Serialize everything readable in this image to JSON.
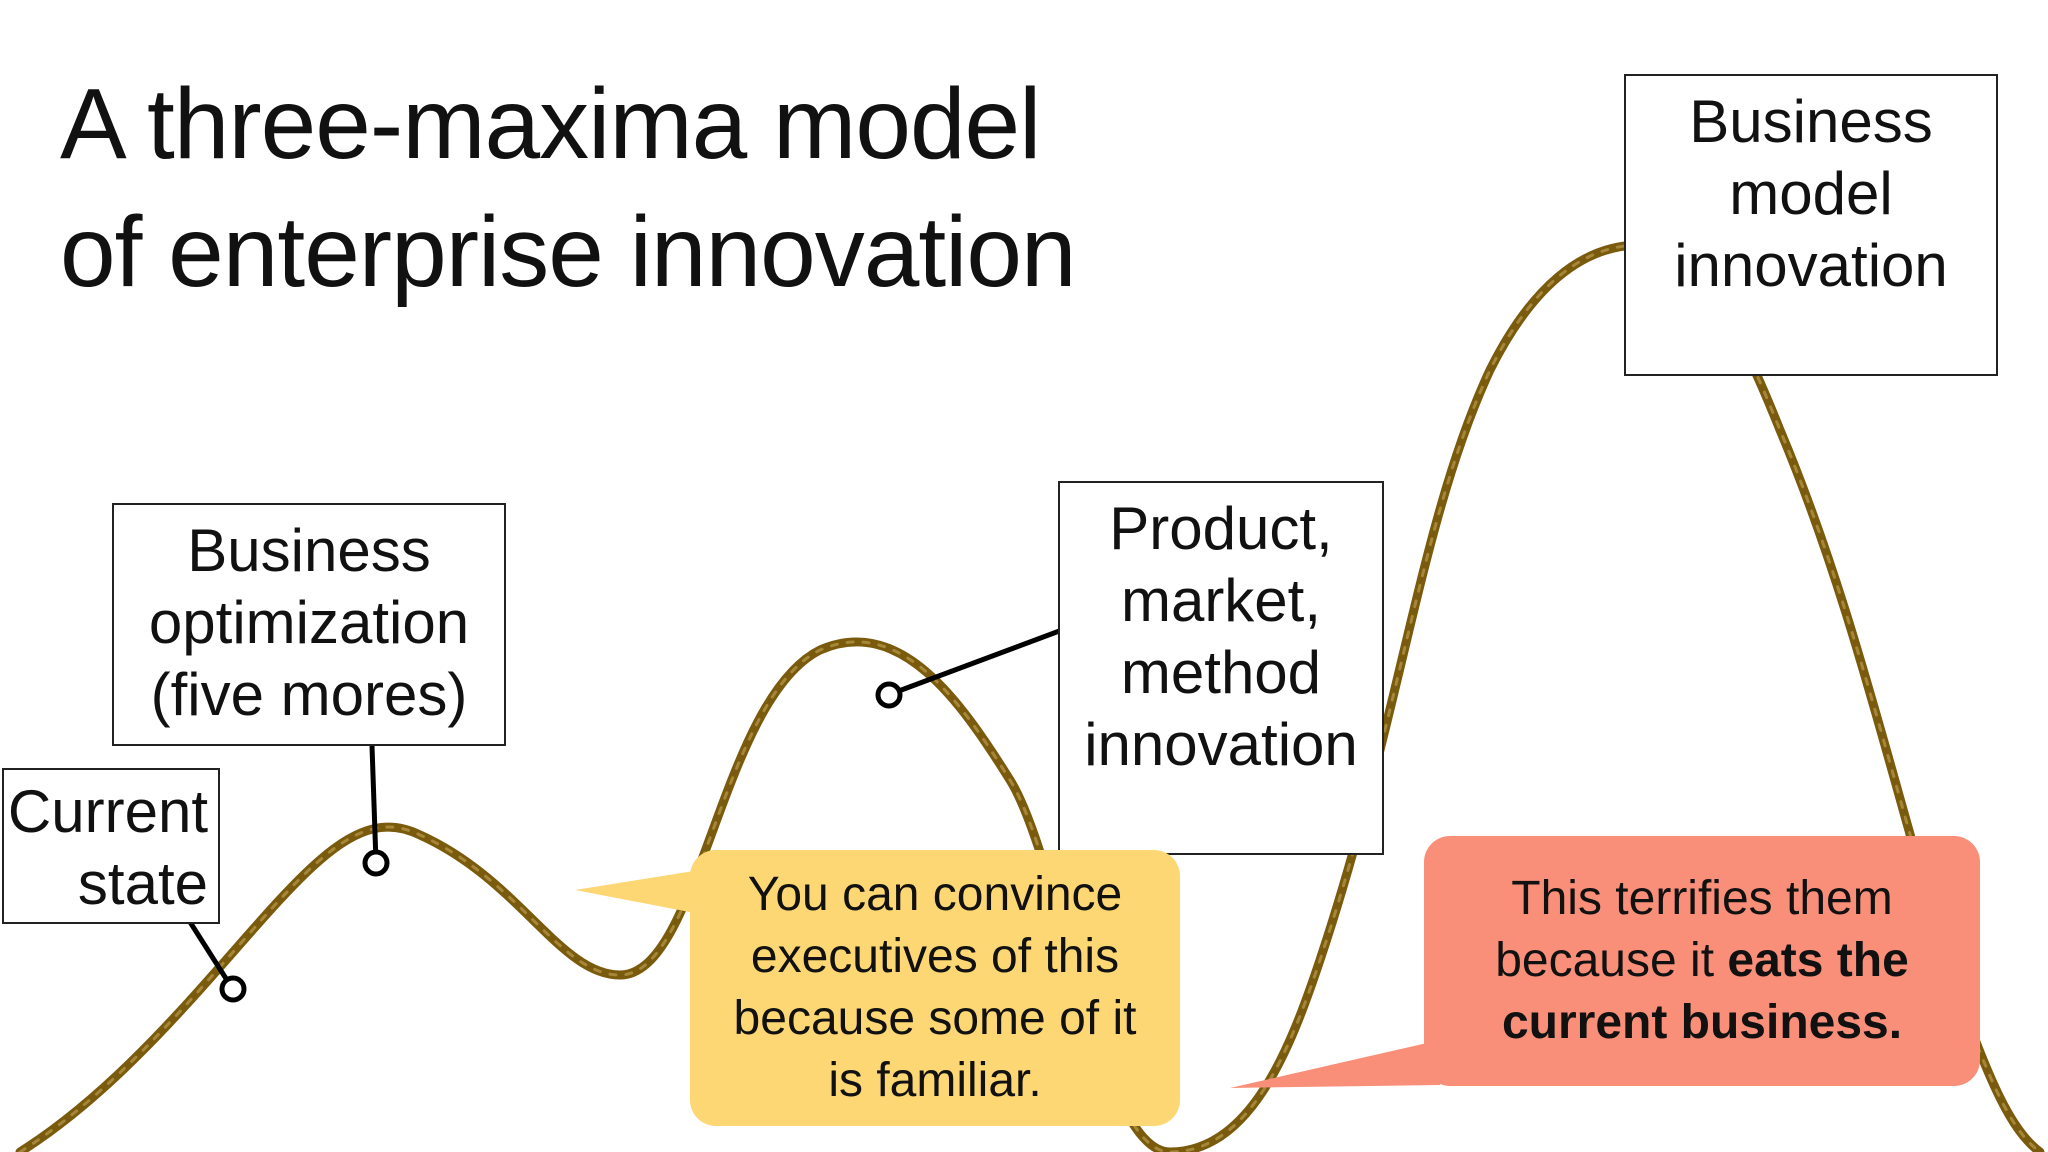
{
  "title": {
    "line1": "A three-maxima model",
    "line2": "of enterprise innovation"
  },
  "labels": {
    "current_state": {
      "line1": "Current",
      "line2": "state"
    },
    "business_optimization": {
      "line1": "Business",
      "line2": "optimization",
      "line3": "(five mores)"
    },
    "product_market_method": {
      "line1": "Product,",
      "line2": "market,",
      "line3": "method",
      "line4": "innovation"
    },
    "business_model": {
      "line1": "Business",
      "line2": "model",
      "line3": "innovation"
    }
  },
  "callouts": {
    "familiar": {
      "line1": "You can convince",
      "line2": "executives of this",
      "line3": "because some of it",
      "line4": "is familiar.",
      "color": "#fdd774"
    },
    "terrifies": {
      "line1": "This terrifies them",
      "line2_prefix": "because it ",
      "line2_bold": "eats the",
      "line3_bold": "current business.",
      "color": "#f98f79"
    }
  },
  "colors": {
    "curve": "#7a5a0c",
    "text": "#111111",
    "box_border": "#222222"
  }
}
